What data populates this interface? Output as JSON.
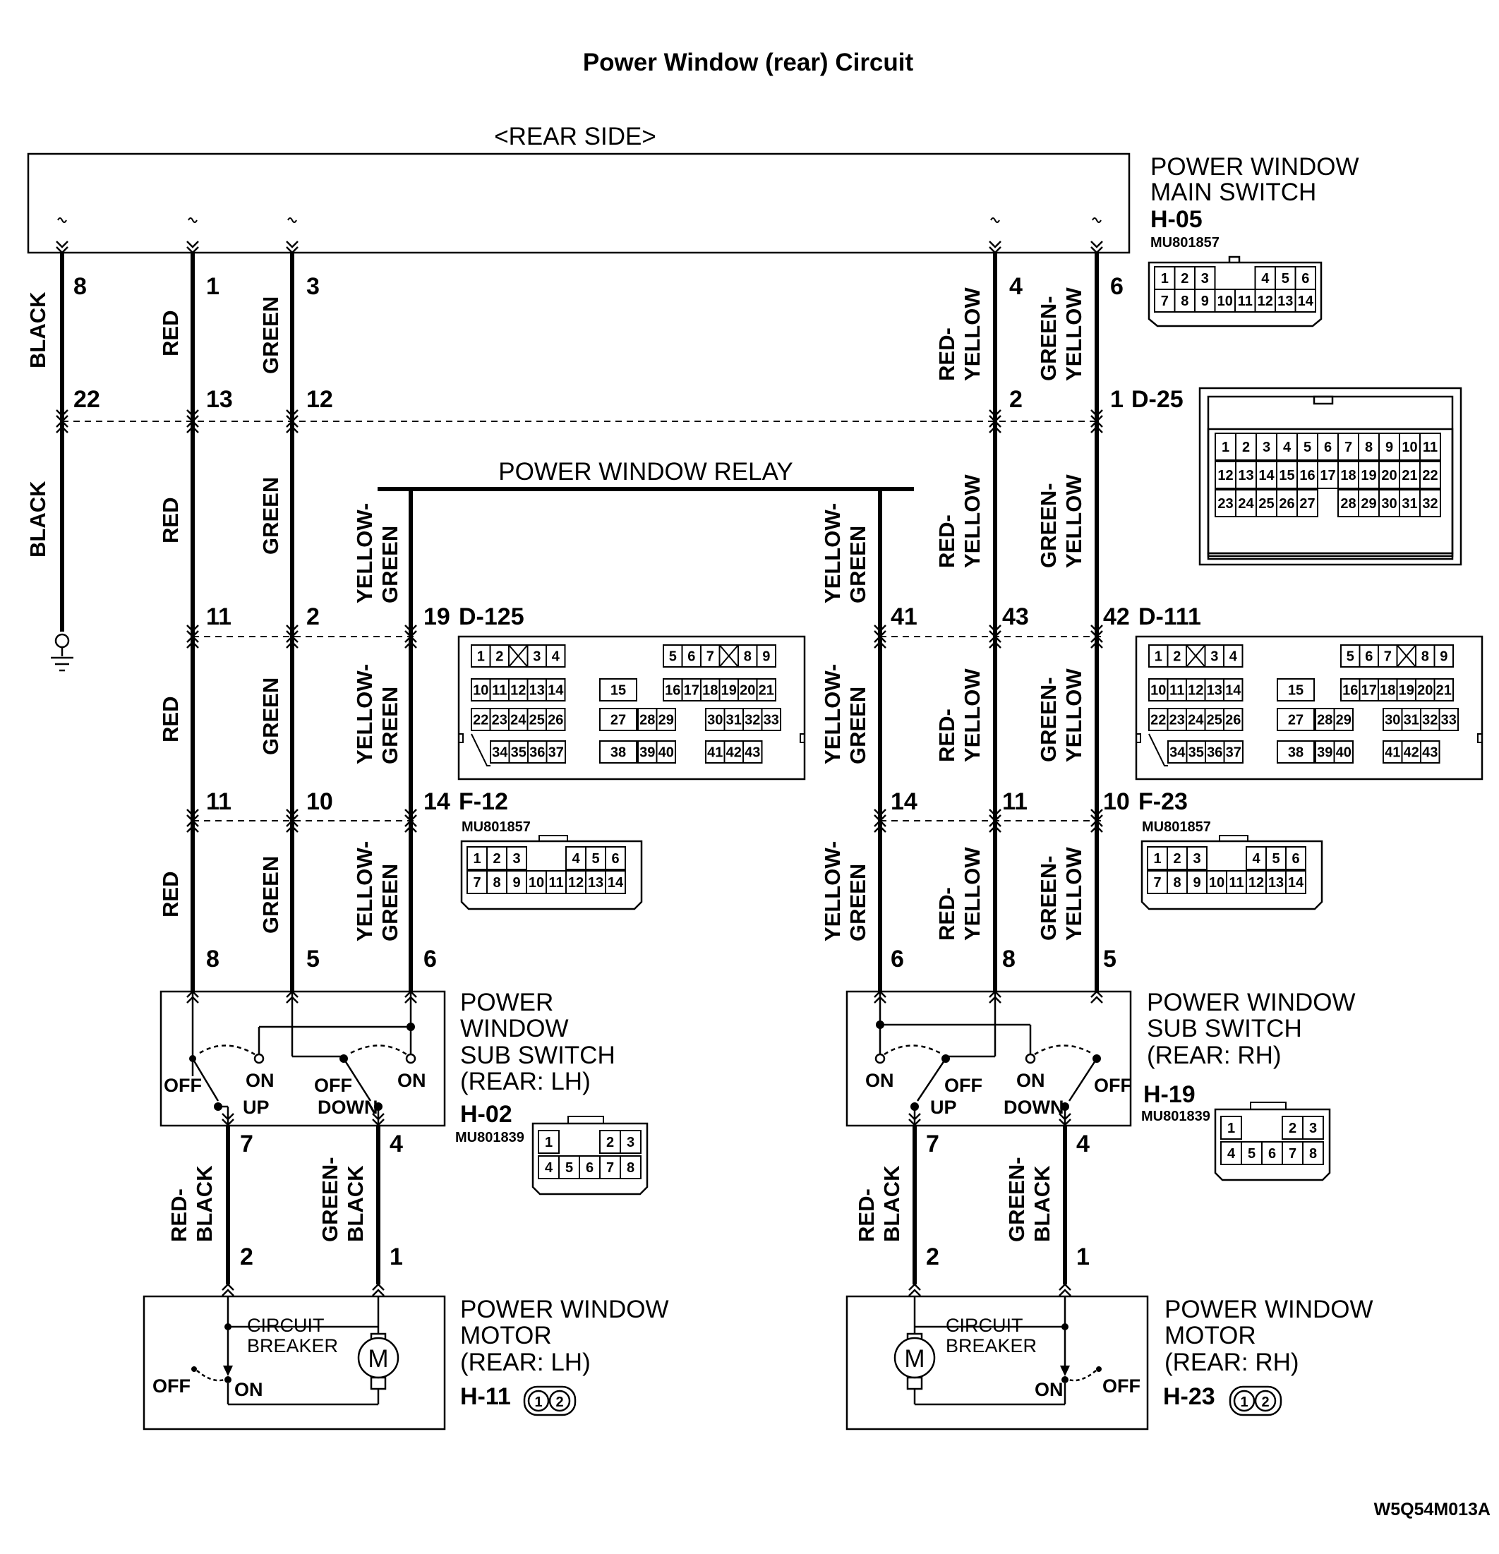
{
  "title": "Power Window (rear) Circuit",
  "rear_side_label": "<REAR SIDE>",
  "relay_label": "POWER WINDOW RELAY",
  "diagram_code": "W5Q54M013A",
  "main_switch": {
    "name_line1": "POWER WINDOW",
    "name_line2": "MAIN SWITCH",
    "connector": "H-05",
    "part_no": "MU801857",
    "pins_row1": [
      "1",
      "2",
      "3",
      "",
      "4",
      "5",
      "6"
    ],
    "pins_row2": [
      "7",
      "8",
      "9",
      "10",
      "11",
      "12",
      "13",
      "14"
    ]
  },
  "connectors": {
    "d25": {
      "id": "D-25",
      "rows": [
        [
          "1",
          "2",
          "3",
          "4",
          "5",
          "6",
          "7",
          "8",
          "9",
          "10",
          "11"
        ],
        [
          "12",
          "13",
          "14",
          "15",
          "16",
          "17",
          "18",
          "19",
          "20",
          "21",
          "22"
        ],
        [
          "23",
          "24",
          "25",
          "26",
          "27",
          "",
          "28",
          "29",
          "30",
          "31",
          "32"
        ]
      ]
    },
    "d125": {
      "id": "D-125"
    },
    "d111": {
      "id": "D-111"
    },
    "f12": {
      "id": "F-12",
      "part_no": "MU801857"
    },
    "f23": {
      "id": "F-23",
      "part_no": "MU801857"
    },
    "h02": {
      "id": "H-02",
      "part_no": "MU801839"
    },
    "h19": {
      "id": "H-19",
      "part_no": "MU801839"
    },
    "h11": {
      "id": "H-11"
    },
    "h23": {
      "id": "H-23"
    }
  },
  "d_grid": {
    "row1": [
      "1",
      "2",
      "3",
      "4",
      "5",
      "6",
      "7",
      "8",
      "9"
    ],
    "row2": [
      "10",
      "11",
      "12",
      "13",
      "14",
      "15",
      "16",
      "17",
      "18",
      "19",
      "20",
      "21"
    ],
    "row3": [
      "22",
      "23",
      "24",
      "25",
      "26",
      "27",
      "28",
      "29",
      "30",
      "31",
      "32",
      "33"
    ],
    "row4": [
      "34",
      "35",
      "36",
      "37",
      "38",
      "39",
      "40",
      "41",
      "42",
      "43"
    ]
  },
  "f_pins": {
    "row1": [
      "1",
      "2",
      "3",
      "4",
      "5",
      "6"
    ],
    "row2": [
      "7",
      "8",
      "9",
      "10",
      "11",
      "12",
      "13",
      "14"
    ]
  },
  "h_pins": {
    "row1": [
      "1",
      "2",
      "3"
    ],
    "row2": [
      "4",
      "5",
      "6",
      "7",
      "8"
    ]
  },
  "motor_pins": [
    "1",
    "2"
  ],
  "wire_colors": {
    "black": "BLACK",
    "red": "RED",
    "green": "GREEN",
    "yellow_green": [
      "YELLOW-",
      "GREEN"
    ],
    "red_yellow": [
      "RED-",
      "YELLOW"
    ],
    "green_yellow": [
      "GREEN-",
      "YELLOW"
    ],
    "red_black": [
      "RED-",
      "BLACK"
    ],
    "green_black": [
      "GREEN-",
      "BLACK"
    ]
  },
  "pins": {
    "main": [
      "8",
      "1",
      "3",
      "4",
      "6"
    ],
    "d25": [
      "22",
      "13",
      "12",
      "2",
      "1"
    ],
    "d125": [
      "11",
      "2",
      "19"
    ],
    "d111": [
      "41",
      "43",
      "42"
    ],
    "f12": [
      "11",
      "10",
      "14"
    ],
    "f23": [
      "14",
      "11",
      "10"
    ],
    "sub_lh": [
      "8",
      "5",
      "6",
      "7",
      "4"
    ],
    "sub_rh": [
      "6",
      "8",
      "5",
      "7",
      "4"
    ],
    "motor_lh": [
      "2",
      "1"
    ],
    "motor_rh": [
      "2",
      "1"
    ]
  },
  "sub_switch_lh": {
    "name": [
      "POWER",
      "WINDOW",
      "SUB SWITCH",
      "(REAR: LH)"
    ],
    "labels": {
      "off1": "OFF",
      "on1": "ON",
      "up": "UP",
      "off2": "OFF",
      "on2": "ON",
      "down": "DOWN"
    }
  },
  "sub_switch_rh": {
    "name": [
      "POWER WINDOW",
      "SUB SWITCH",
      "(REAR: RH)"
    ],
    "labels": {
      "on1": "ON",
      "off1": "OFF",
      "up": "UP",
      "on2": "ON",
      "down": "DOWN",
      "off2": "OFF"
    }
  },
  "motor_lh": {
    "name": [
      "POWER WINDOW",
      "MOTOR",
      "(REAR: LH)"
    ],
    "breaker": [
      "CIRCUIT",
      "BREAKER"
    ],
    "off": "OFF",
    "on": "ON",
    "motor_symbol": "M"
  },
  "motor_rh": {
    "name": [
      "POWER WINDOW",
      "MOTOR",
      "(REAR: RH)"
    ],
    "breaker": [
      "CIRCUIT",
      "BREAKER"
    ],
    "off": "OFF",
    "on": "ON",
    "motor_symbol": "M"
  }
}
